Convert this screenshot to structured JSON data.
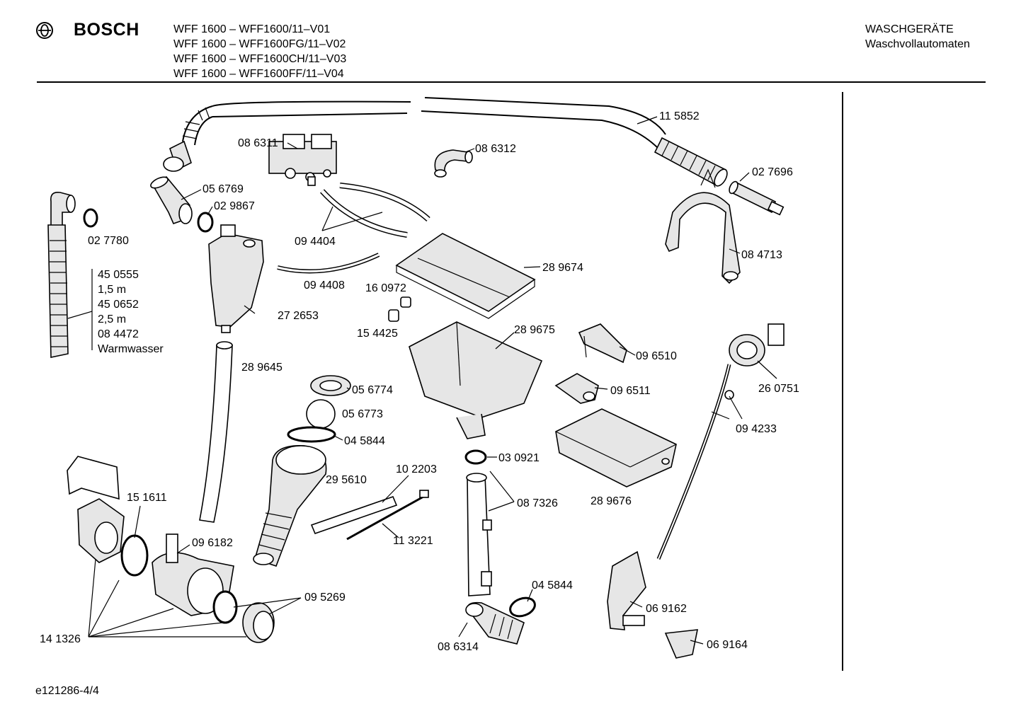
{
  "header": {
    "brand": "BOSCH",
    "logo_icon": "bosch-armature-logo-icon",
    "models": [
      "WFF 1600 – WFF1600/11–V01",
      "WFF 1600 – WFF1600FG/11–V02",
      "WFF 1600 – WFF1600CH/11–V03",
      "WFF 1600 – WFF1600FF/11–V04"
    ],
    "category": [
      "WASCHGERÄTE",
      "Waschvollautomaten"
    ]
  },
  "parts": [
    {
      "id": "p115852",
      "number": "11 5852"
    },
    {
      "id": "p086311",
      "number": "08 6311"
    },
    {
      "id": "p086312",
      "number": "08 6312"
    },
    {
      "id": "p027696",
      "number": "02 7696"
    },
    {
      "id": "p056769",
      "number": "05 6769"
    },
    {
      "id": "p029867",
      "number": "02 9867"
    },
    {
      "id": "p027780",
      "number": "02 7780"
    },
    {
      "id": "p094404",
      "number": "09 4404"
    },
    {
      "id": "p084713",
      "number": "08 4713"
    },
    {
      "id": "p289674",
      "number": "28 9674"
    },
    {
      "id": "p094408",
      "number": "09 4408"
    },
    {
      "id": "p160972",
      "number": "16 0972"
    },
    {
      "id": "p272653",
      "number": "27 2653"
    },
    {
      "id": "p154425",
      "number": "15 4425"
    },
    {
      "id": "p289675",
      "number": "28 9675"
    },
    {
      "id": "p096510",
      "number": "09 6510"
    },
    {
      "id": "p289645",
      "number": "28 9645"
    },
    {
      "id": "p260751",
      "number": "26 0751"
    },
    {
      "id": "p096511",
      "number": "09 6511"
    },
    {
      "id": "p056774",
      "number": "05 6774"
    },
    {
      "id": "p056773",
      "number": "05 6773"
    },
    {
      "id": "p094233",
      "number": "09 4233"
    },
    {
      "id": "p045844a",
      "number": "04 5844"
    },
    {
      "id": "p030921",
      "number": "03 0921"
    },
    {
      "id": "p102203",
      "number": "10 2203"
    },
    {
      "id": "p295610",
      "number": "29 5610"
    },
    {
      "id": "p087326",
      "number": "08 7326"
    },
    {
      "id": "p289676",
      "number": "28 9676"
    },
    {
      "id": "p151611",
      "number": "15 1611"
    },
    {
      "id": "p113221",
      "number": "11 3221"
    },
    {
      "id": "p096182",
      "number": "09 6182"
    },
    {
      "id": "p045844b",
      "number": "04 5844"
    },
    {
      "id": "p095269",
      "number": "09 5269"
    },
    {
      "id": "p069162",
      "number": "06 9162"
    },
    {
      "id": "p141326",
      "number": "14 1326"
    },
    {
      "id": "p086314",
      "number": "08 6314"
    },
    {
      "id": "p069164",
      "number": "06 9164"
    }
  ],
  "hose_list": [
    "45 0555",
    "1,5 m",
    "45 0652",
    "2,5 m",
    "08 4472",
    "Warmwasser"
  ],
  "footer": {
    "drawing_id": "e121286-4/4"
  }
}
